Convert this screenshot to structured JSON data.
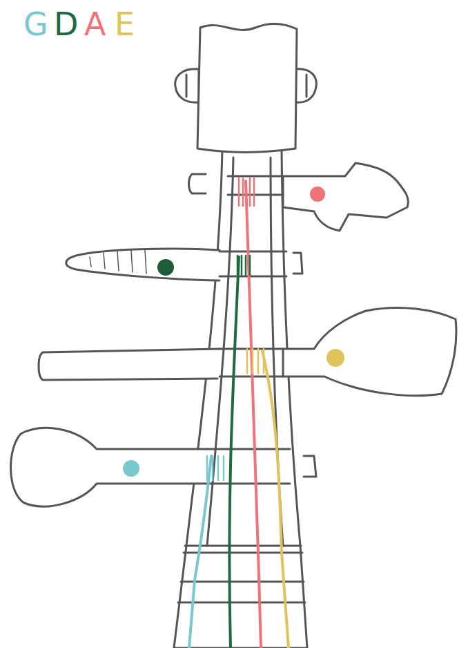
{
  "diagram": {
    "labels": [
      "G",
      "D",
      "A",
      "E"
    ]
  }
}
